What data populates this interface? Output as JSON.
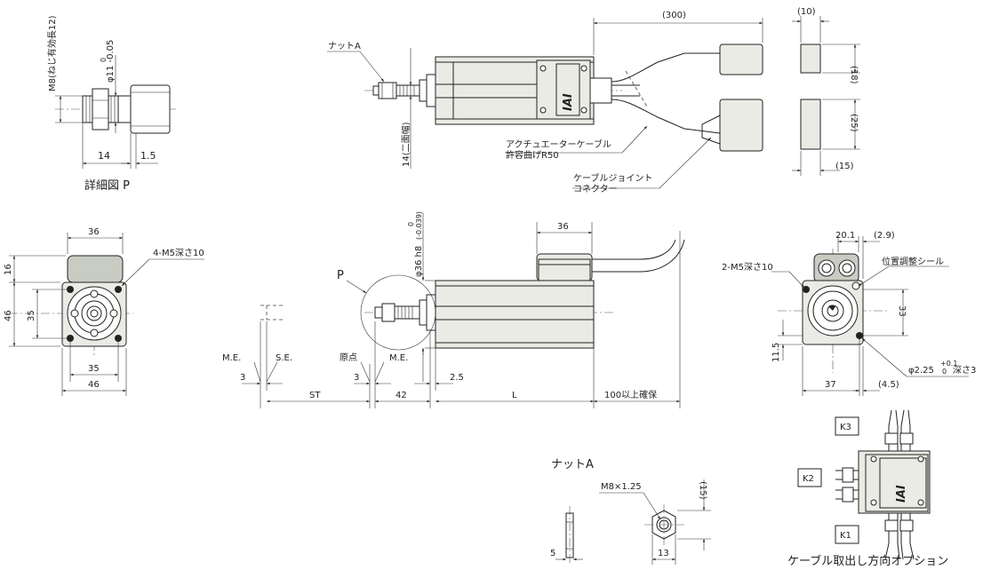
{
  "labels": {
    "m8_thread": "M8(ねじ有効長12)",
    "phi11": "φ11 -0.05",
    "phi11_tol_top": "0",
    "dim_14_p": "14",
    "dim_1_5": "1.5",
    "detail_p": "詳細図 P",
    "nut_a": "ナットA",
    "dim_300": "(300)",
    "dim_14_flats": "14(二面幅)",
    "cable_bend": "アクチュエーターケーブル",
    "cable_bend2": "許容曲げR50",
    "joint_conn": "ケーブルジョイント",
    "joint_conn2": "コネクター",
    "dim_10": "(10)",
    "dim_18": "(18)",
    "dim_25": "(25)",
    "dim_15_side": "(15)",
    "dim_36_front": "36",
    "m5_4": "4-M5深さ10",
    "dim_16": "16",
    "dim_46_v": "46",
    "dim_35_v": "35",
    "dim_35_h": "35",
    "dim_46_h": "46",
    "phi36": "φ36 h8",
    "phi36_tol": "(-0.039)",
    "phi36_tol_top": "0",
    "dim_36_top": "36",
    "p_marker": "P",
    "me_left": "M.E.",
    "se": "S.E.",
    "origin": "原点",
    "me_right": "M.E.",
    "dim_3a": "3",
    "dim_3b": "3",
    "dim_st": "ST",
    "dim_42": "42",
    "dim_2_5": "2.5",
    "dim_l": "L",
    "dim_100": "100以上確保",
    "dim_20_1": "20.1",
    "dim_2_9": "(2.9)",
    "m5_2": "2-M5深さ10",
    "seal": "位置調整シール",
    "dim_33": "33",
    "dim_11_5": "11.5",
    "dim_37": "37",
    "dim_4_5": "(4.5)",
    "phi2_25": "φ2.25",
    "phi2_25_tol": "+0.1",
    "phi2_25_tol_bot": "0",
    "phi2_25_depth": "深さ3",
    "nut_a_title": "ナットA",
    "m8x125": "M8×1.25",
    "dim_15_nut": "(15)",
    "dim_5": "5",
    "dim_13": "13",
    "k1": "K1",
    "k2": "K2",
    "k3": "K3",
    "cable_options": "ケーブル取出し方向オプション",
    "iai_logo": "IAI"
  },
  "colors": {
    "body": "#e9ebe4",
    "dark": "#c9ccc3",
    "line": "#222222"
  }
}
